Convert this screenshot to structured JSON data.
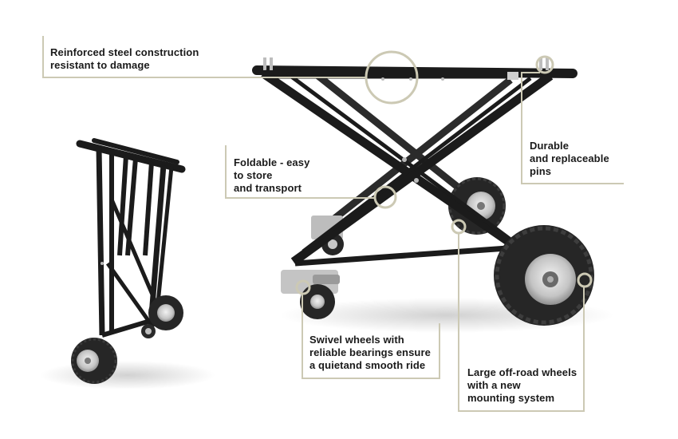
{
  "callouts": {
    "steel": {
      "line1": "Reinforced steel construction",
      "line2": "resistant to damage"
    },
    "foldable": {
      "line1": "Foldable - easy",
      "line2": "to store",
      "line3": "and transport"
    },
    "pins": {
      "line1": "Durable",
      "line2": "and replaceable",
      "line3": "pins"
    },
    "swivel": {
      "line1": "Swivel wheels with",
      "line2": "reliable bearings ensure",
      "line3": "a quietand smooth ride"
    },
    "offroad": {
      "line1": "Large off-road wheels",
      "line2": "with a new",
      "line3": "mounting system"
    }
  },
  "colors": {
    "accent": "#ccc9b4",
    "frame": "#1b1b1b",
    "tire": "#262626",
    "hub": "#c9c9c9"
  }
}
